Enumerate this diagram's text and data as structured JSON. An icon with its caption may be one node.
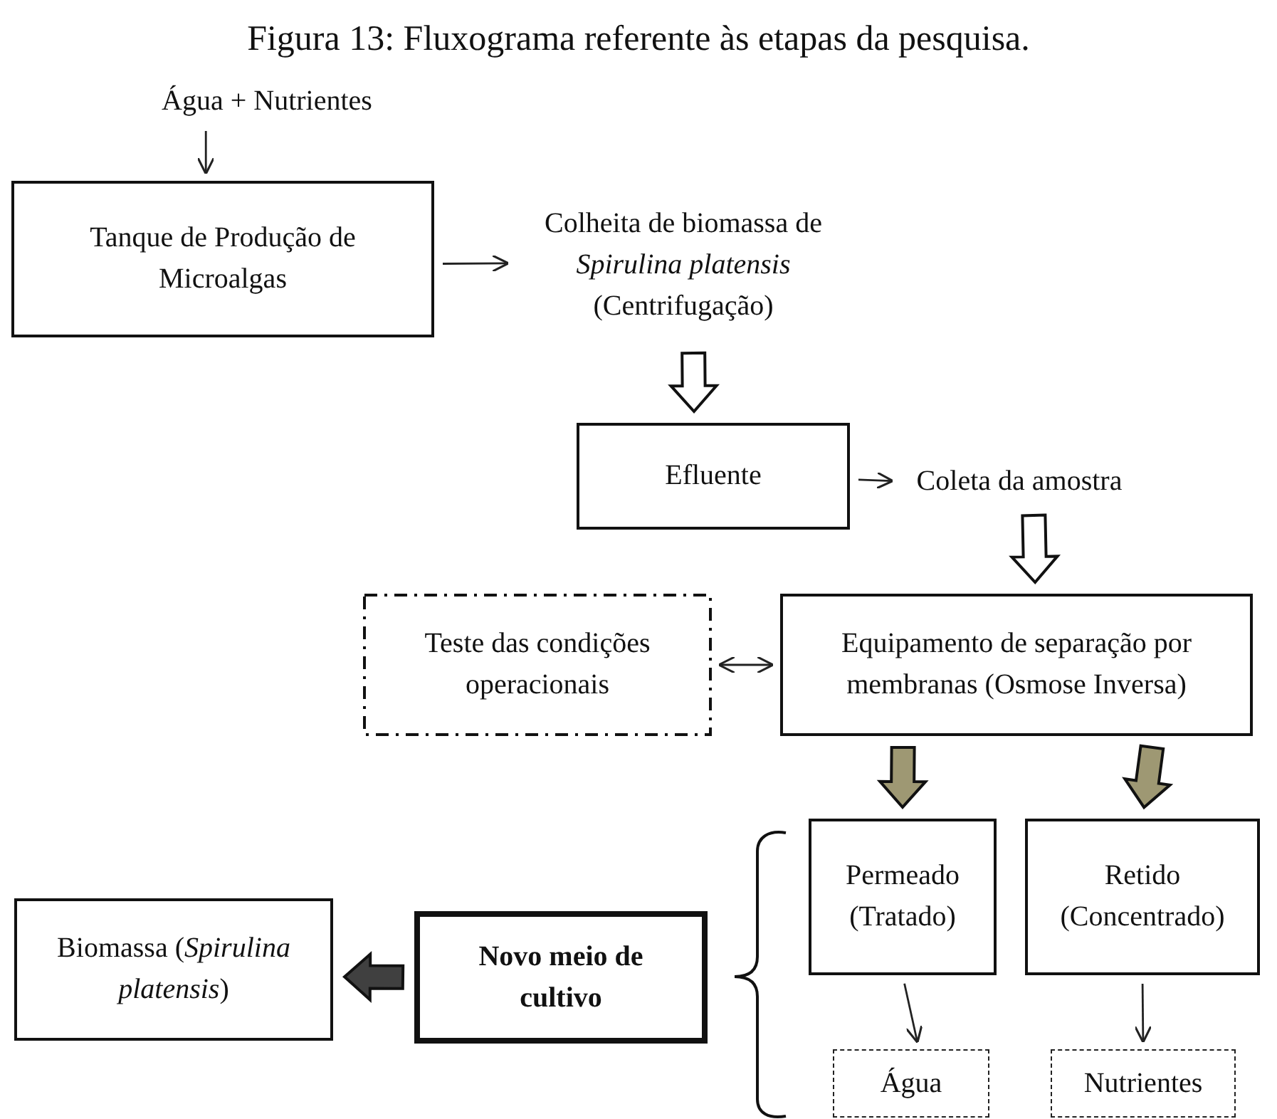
{
  "diagram": {
    "title": "Figura 13: Fluxograma referente às etapas da pesquisa.",
    "nodes": [
      {
        "text": [
          "Água + Nutrientes"
        ]
      },
      {
        "text": [
          "Tanque de Produção de Microalgas"
        ]
      },
      {
        "text": [
          "Colheita de biomassa de *Spirulina platensis* (Centrifugação)"
        ]
      },
      {
        "text": [
          "Efluente"
        ]
      },
      {
        "text": [
          "Coleta da amostra"
        ]
      },
      {
        "text": [
          "Teste das condições operacionais"
        ]
      },
      {
        "text": [
          "Equipamento de separação por membranas (Osmose Inversa)"
        ]
      },
      {
        "text": [
          "Permeado (Tratado)"
        ]
      },
      {
        "text": [
          "Retido (Concentrado)"
        ]
      },
      {
        "text": [
          "Novo meio de cultivo"
        ]
      },
      {
        "text": [
          "Biomassa (*Spirulina platensis*)"
        ]
      },
      {
        "text": [
          "Água"
        ]
      },
      {
        "text": [
          "Nutrientes"
        ]
      }
    ],
    "edges": [
      {
        "from": 0,
        "to": 1,
        "arrow": "to"
      },
      {
        "from": 1,
        "to": 2,
        "arrow": "to"
      },
      {
        "from": 2,
        "to": 3,
        "arrow": "to",
        "style": "thick"
      },
      {
        "from": 3,
        "to": 4,
        "arrow": "to"
      },
      {
        "from": 4,
        "to": 6,
        "arrow": "to",
        "style": "thick"
      },
      {
        "from": 6,
        "to": 5,
        "arrow": "both"
      },
      {
        "from": 6,
        "to": 7,
        "arrow": "to",
        "style": "thick",
        "color": "#9e9873"
      },
      {
        "from": 6,
        "to": 8,
        "arrow": "to",
        "style": "thick",
        "color": "#9e9873"
      },
      {
        "from": 7,
        "to": 11,
        "arrow": "to"
      },
      {
        "from": 8,
        "to": 12,
        "arrow": "to"
      },
      {
        "from": 9,
        "to": 10,
        "arrow": "to",
        "style": "thick",
        "color": "#404040"
      }
    ]
  }
}
